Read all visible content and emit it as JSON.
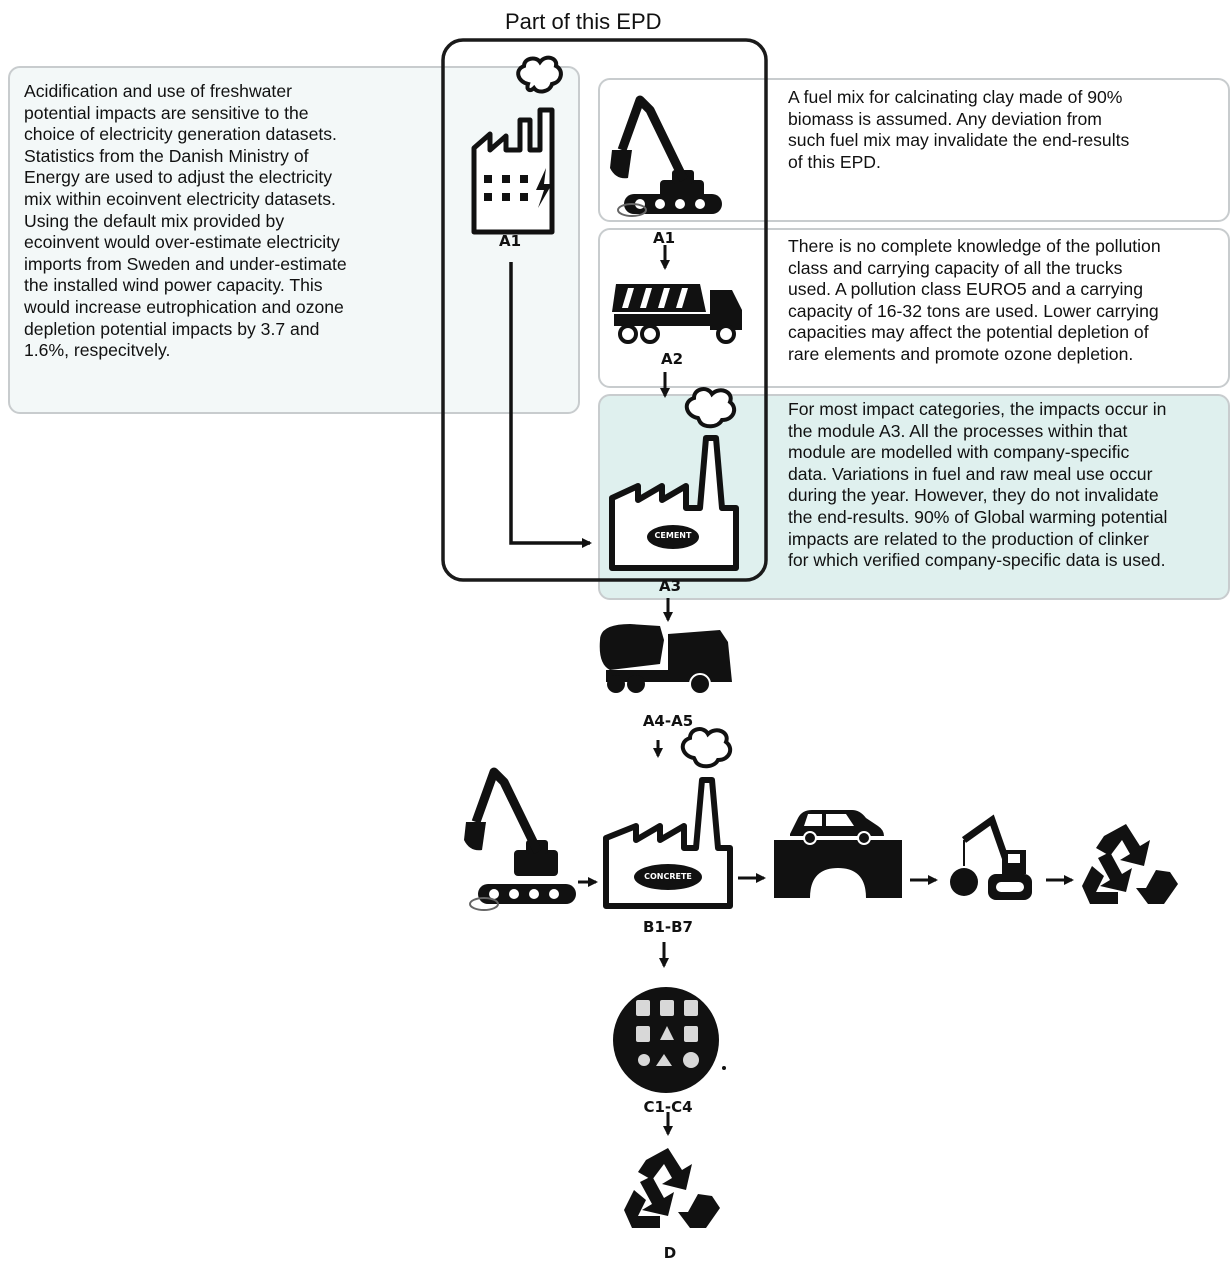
{
  "title": "Part of this EPD",
  "notes": {
    "left": "Acidification and use of freshwater\npotential impacts are sensitive to the\nchoice of electricity generation datasets.\nStatistics from the Danish Ministry of\nEnergy are used to adjust the electricity\nmix within ecoinvent electricity datasets.\nUsing the default mix provided by\necoinvent would over-estimate electricity\nimports from Sweden and under-estimate\nthe installed wind power capacity. This\nwould increase eutrophication and ozone\ndepletion potential impacts by 3.7 and\n1.6%, respecitvely.",
    "fuel": "A fuel mix for calcinating clay made of 90%\nbiomass is assumed. Any deviation from\nsuch fuel mix may invalidate the end-results\nof this EPD.",
    "trucks": "There is no complete knowledge of the pollution\nclass and carrying capacity of all the trucks\nused. A pollution class EURO5 and a carrying\ncapacity of 16-32 tons are used. Lower carrying\ncapacities may affect the potential depletion of\nrare elements and promote ozone depletion.",
    "a3": "For most impact categories, the impacts occur in\nthe module A3. All the processes within that\nmodule are modelled with company-specific\ndata. Variations in fuel and raw meal use occur\nduring the year. However, they do not invalidate\nthe end-results. 90% of Global warming potential\nimpacts are related to the production of clinker\nfor which verified company-specific data is used."
  },
  "labels": {
    "a1_factory": "A1",
    "a1_truck": "A1",
    "a2": "A2",
    "a3": "A3",
    "a4a5": "A4-A5",
    "b1b7": "B1-B7",
    "c1c4": "C1-C4",
    "d": "D"
  },
  "badges": {
    "cement": "CEMENT",
    "concrete": "CONCRETE"
  },
  "colors": {
    "panel_fill": "#f3f8f8",
    "a3_fill": "#dff0ee",
    "border": "#c8ccce",
    "icon": "#111111"
  }
}
